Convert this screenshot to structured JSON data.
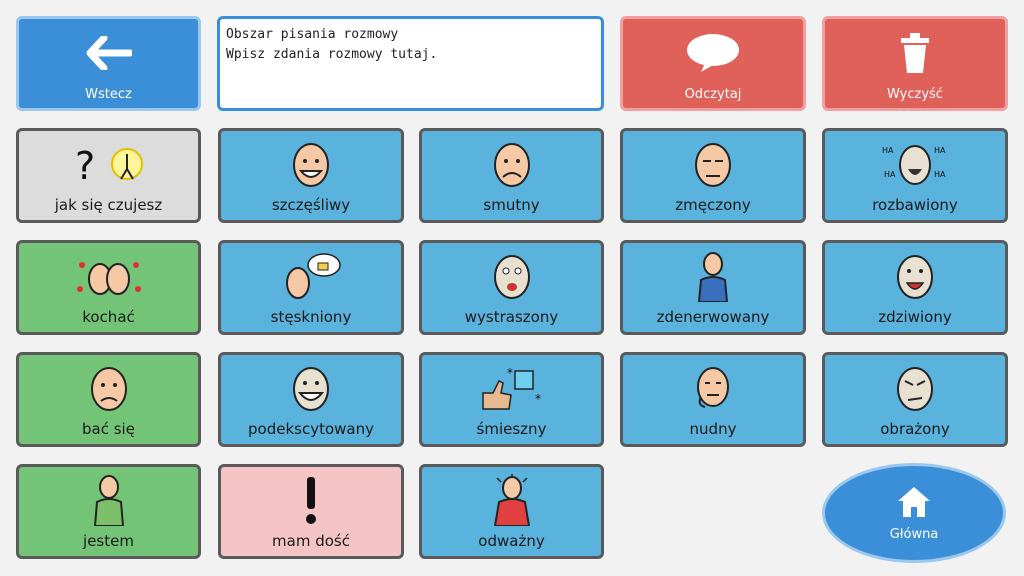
{
  "top": {
    "back_label": "Wstecz",
    "speak_label": "Odczytaj",
    "clear_label": "Wyczyść",
    "message_title": "Obszar pisania rozmowy",
    "message_hint": "Wpisz zdania rozmowy tutaj."
  },
  "grid": {
    "r1": [
      "jak się czujesz",
      "szczęśliwy",
      "smutny",
      "zmęczony",
      "rozbawiony"
    ],
    "r2": [
      "kochać",
      "stęskniony",
      "wystraszony",
      "zdenerwowany",
      "zdziwiony"
    ],
    "r3": [
      "bać się",
      "podekscytowany",
      "śmieszny",
      "nudny",
      "obrażony"
    ],
    "r4": [
      "jestem",
      "mam dość",
      "odważny"
    ]
  },
  "home_label": "Główna",
  "colors": {
    "blue": "#5ab3dc",
    "green": "#74c478",
    "red": "#e0605a",
    "accent": "#3a8fd8"
  }
}
